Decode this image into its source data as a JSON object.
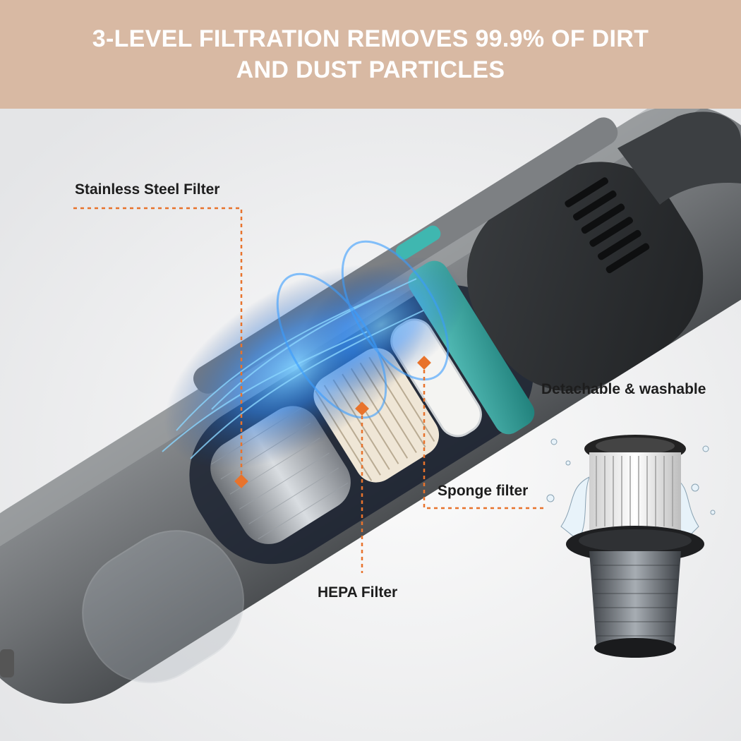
{
  "header": {
    "title_line1": "3-LEVEL FILTRATION REMOVES 99.9% OF DIRT",
    "title_line2": "AND DUST PARTICLES"
  },
  "labels": {
    "stainless_steel_filter": "Stainless Steel Filter",
    "hepa_filter": "HEPA Filter",
    "sponge_filter": "Sponge filter",
    "detachable": "Detachable & washable"
  },
  "colors": {
    "header_bg": "#d8b9a3",
    "accent_orange": "#e8732c",
    "teal": "#2fa7a1",
    "glow_blue": "#2d8cff"
  },
  "icons": [
    "vacuum-body-illustration",
    "filter-assembly-illustration",
    "water-splash-icon"
  ]
}
